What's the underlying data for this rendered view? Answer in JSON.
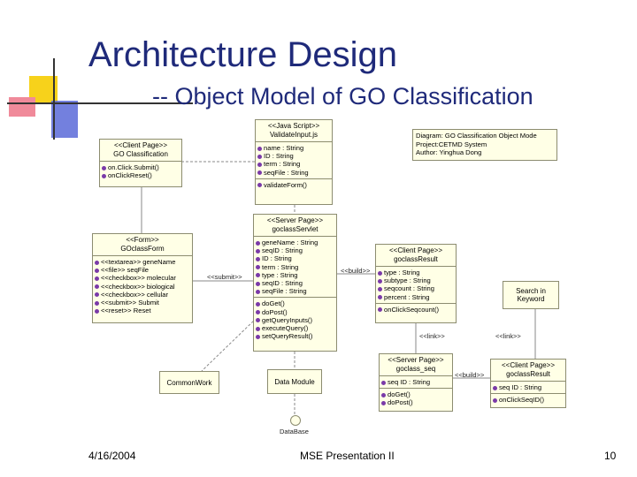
{
  "slide": {
    "title": "Architecture Design",
    "subtitle": "-- Object Model of GO Classification",
    "footer_date": "4/16/2004",
    "footer_center": "MSE Presentation II",
    "page_number": "10"
  },
  "diagram": {
    "note": [
      "Diagram: GO Classification Object Mode",
      "Project:CETMD System",
      "Author: Yinghua Dong"
    ],
    "client_go": {
      "stereotype": "<<Client Page>>",
      "name": "GO Classification",
      "methods": [
        "on.Click.Submit()",
        "onClickReset()"
      ]
    },
    "java_script": {
      "stereotype": "<<Java Script>>",
      "name": "ValidateInput.js",
      "attributes": [
        "name : String",
        "ID : String",
        "term : String",
        "seqFile : String"
      ],
      "methods": [
        "validateForm()"
      ]
    },
    "form": {
      "stereotype": "<<Form>>",
      "name": "GOclassForm",
      "fields": [
        "<<textarea>> geneName",
        "<<file>> seqFile",
        "<<checkbox>> molecular",
        "<<checkbox>> biological",
        "<<checkbox>> cellular",
        "<<submit>> Submit",
        "<<reset>> Reset"
      ]
    },
    "servlet": {
      "stereotype": "<<Server Page>>",
      "name": "goclassServlet",
      "attributes": [
        "geneName : String",
        "seqID : String",
        "ID : String",
        "term : String",
        "type : String",
        "seqID : String",
        "seqFile : String"
      ],
      "methods": [
        "doGet()",
        "doPost()",
        "getQueryInputs()",
        "executeQuery()",
        "setQueryResult()"
      ]
    },
    "client_result": {
      "stereotype": "<<Client Page>>",
      "name": "goclassResult",
      "attributes": [
        "type : String",
        "subtype : String",
        "seqcount : String",
        "percent : String"
      ],
      "methods": [
        "onClickSeqcount()"
      ]
    },
    "search_box": {
      "line1": "Search in",
      "line2": "Keyword"
    },
    "seq_server": {
      "stereotype": "<<Server Page>>",
      "name": "goclass_seq",
      "attributes": [
        "seq ID : String"
      ],
      "methods": [
        "doGet()",
        "doPost()"
      ]
    },
    "seq_client": {
      "stereotype": "<<Client Page>>",
      "name": "goclassResult",
      "attributes": [
        "seq ID : String"
      ],
      "methods": [
        "onClickSeqID()"
      ]
    },
    "common_work": "CommonWork",
    "data_module": "Data Module",
    "database": "DataBase",
    "labels": {
      "submit": "<<submit>>",
      "build1": "<<build>>",
      "build2": "<<build>>",
      "link1": "<<link>>",
      "link2": "<<link>>"
    }
  }
}
